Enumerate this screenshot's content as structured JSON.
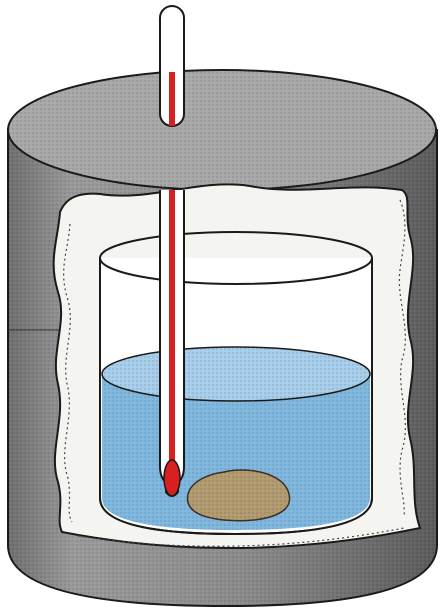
{
  "figure": {
    "subject": "calorimeter",
    "parts": [
      "insulated-outer-container",
      "insulation-layer",
      "inner-glass-beaker",
      "water",
      "thermometer",
      "sample-lump"
    ],
    "colors": {
      "background": "#ffffff",
      "outer_body": "#8f8f8f",
      "outer_top": "#a9a9a9",
      "insulation": "#f4f4f1",
      "glass": "#ffffff",
      "water": "#7fb6dd",
      "water_surface": "#a6cdea",
      "mercury": "#d7201f",
      "sample": "#b19a70",
      "outline": "#1a1a1a"
    }
  }
}
